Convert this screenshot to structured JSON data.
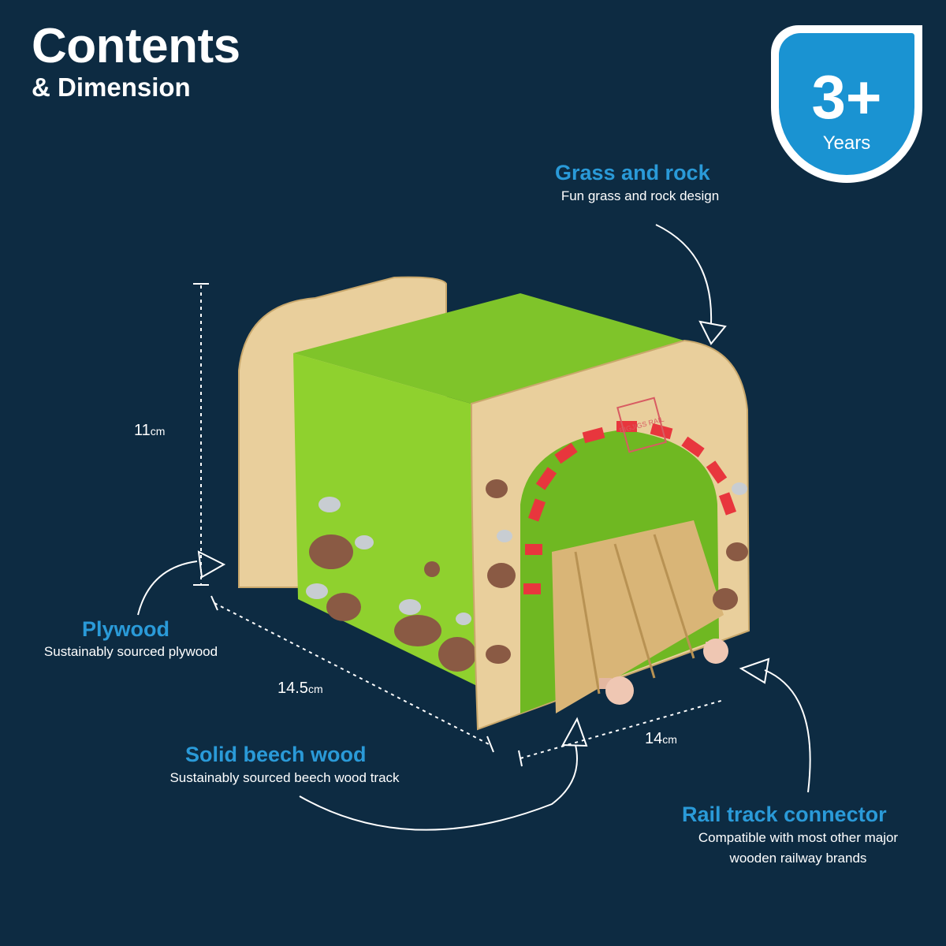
{
  "header": {
    "title": "Contents",
    "subtitle": "& Dimension"
  },
  "age_badge": {
    "value": "3+",
    "unit": "Years",
    "color": "#1a93d2"
  },
  "features": {
    "grass": {
      "title": "Grass and rock",
      "desc": "Fun grass and rock design"
    },
    "plywood": {
      "title": "Plywood",
      "desc": "Sustainably sourced plywood"
    },
    "beech": {
      "title": "Solid beech wood",
      "desc": "Sustainably sourced beech wood track"
    },
    "connector": {
      "title": "Rail track connector",
      "desc_line1": "Compatible with most other major",
      "desc_line2": "wooden railway brands"
    }
  },
  "dimensions": {
    "height": {
      "value": "11",
      "unit": "cm"
    },
    "depth": {
      "value": "14.5",
      "unit": "cm"
    },
    "width": {
      "value": "14",
      "unit": "cm"
    }
  },
  "colors": {
    "background": "#0d2b42",
    "accent": "#2a9ad8",
    "tunnel_green": "#8fcf2d",
    "wood": "#e9cf9c",
    "brick": "#e8363d",
    "rock": "#8a5a44"
  },
  "product": {
    "logo_text": "BIGJIGS RAIL"
  }
}
